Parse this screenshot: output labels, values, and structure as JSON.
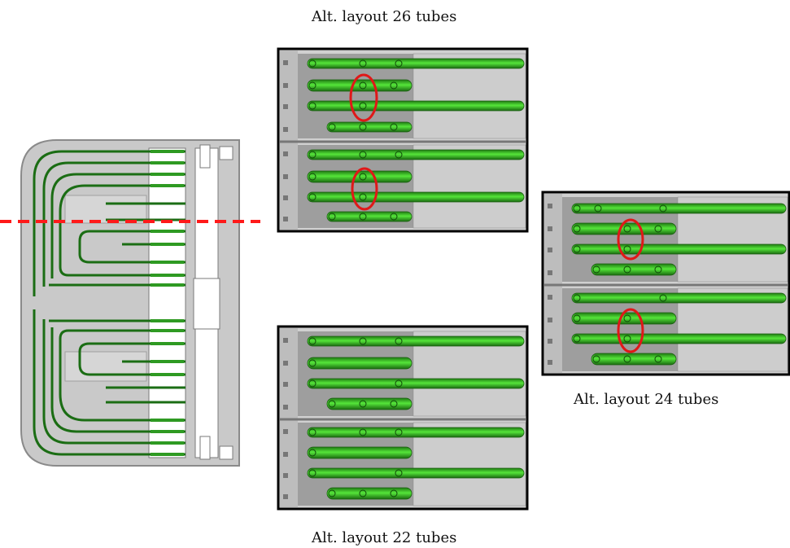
{
  "figure": {
    "captions": {
      "layout_26": "Alt. layout 26 tubes",
      "layout_24": "Alt. layout 24 tubes",
      "layout_22": "Alt. layout 22 tubes"
    },
    "colors": {
      "tube_green": "#33cc22",
      "tube_dark": "#1b6d14",
      "highlight_red": "#e01818",
      "section_line": "#ff1a1a",
      "housing_gray": "#c9c9c9",
      "frame": "#000000"
    },
    "layouts": [
      {
        "tube_count": 26,
        "highlight_circles": 2
      },
      {
        "tube_count": 24,
        "highlight_circles": 2
      },
      {
        "tube_count": 22,
        "highlight_circles": 0
      }
    ]
  }
}
